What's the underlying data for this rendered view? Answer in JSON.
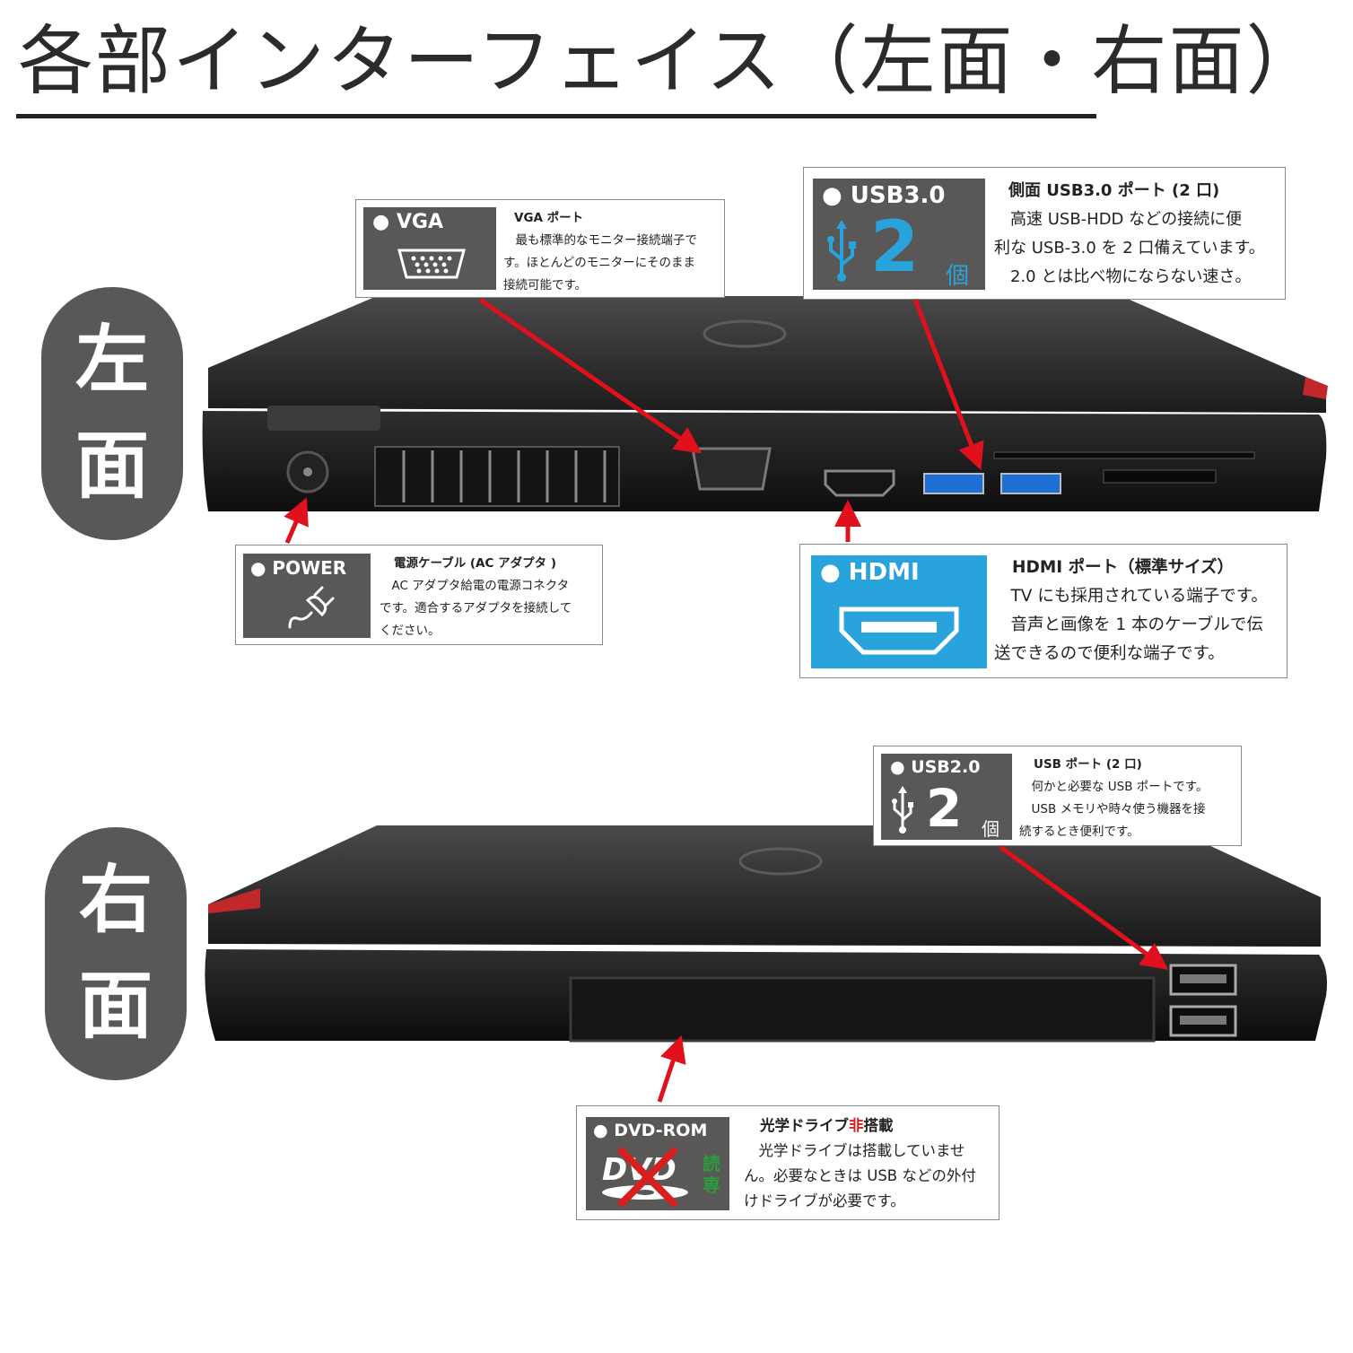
{
  "page_title": "各部インターフェイス（左面・右面）",
  "sides": {
    "left_label": [
      "左",
      "面"
    ],
    "right_label": [
      "右",
      "面"
    ]
  },
  "callouts": {
    "vga": {
      "badge": "● VGA",
      "heading": "VGA ポート",
      "body": "　最も標準的なモニター接続端子で\nす。ほとんどのモニターにそのまま\n接続可能です。"
    },
    "usb3": {
      "badge": "● USB3.0",
      "count": "2",
      "count_unit": "個",
      "heading": "側面 USB3.0 ポート (2 口)",
      "body": "　高速 USB-HDD などの接続に便\n利な USB-3.0 を 2 口備えています。\n　2.0 とは比べ物にならない速さ。"
    },
    "power": {
      "badge": "● POWER",
      "heading": "電源ケーブル (AC アダプタ )",
      "body": "　AC アダプタ給電の電源コネクタ\nです。適合するアダプタを接続して\nください。"
    },
    "hdmi": {
      "badge": "● HDMI",
      "heading": "HDMI ポート（標準サイズ）",
      "body": "　TV にも採用されている端子です。\n　音声と画像を 1 本のケーブルで伝\n送できるので便利な端子です。"
    },
    "usb2": {
      "badge": "● USB2.0",
      "count": "2",
      "count_unit": "個",
      "heading": "USB ポート (2 口)",
      "body": "　何かと必要な USB ポートです。\n　USB メモリや時々使う機器を接\n続するとき便利です。"
    },
    "dvd": {
      "badge": "● DVD-ROM",
      "logo_text": "DVD",
      "side_text": "読専",
      "heading_pre": "光学ドライブ",
      "heading_red": "非",
      "heading_post": "搭載",
      "body": "　光学ドライブは搭載していませ\nん。必要なときは USB などの外付\nけドライブが必要です。"
    }
  },
  "colors": {
    "badge_gray": "#5a5857",
    "badge_blue": "#29a3db",
    "usb_count_blue": "#29a3db",
    "arrow_red": "#e0101c",
    "dvd_red": "#d81e1e",
    "dvd_green": "#2a9d3c"
  },
  "icons": {
    "vga": "vga-connector-icon",
    "usb": "usb-trident-icon",
    "power": "power-plug-icon",
    "hdmi": "hdmi-connector-icon",
    "dvd": "dvd-logo-icon"
  }
}
